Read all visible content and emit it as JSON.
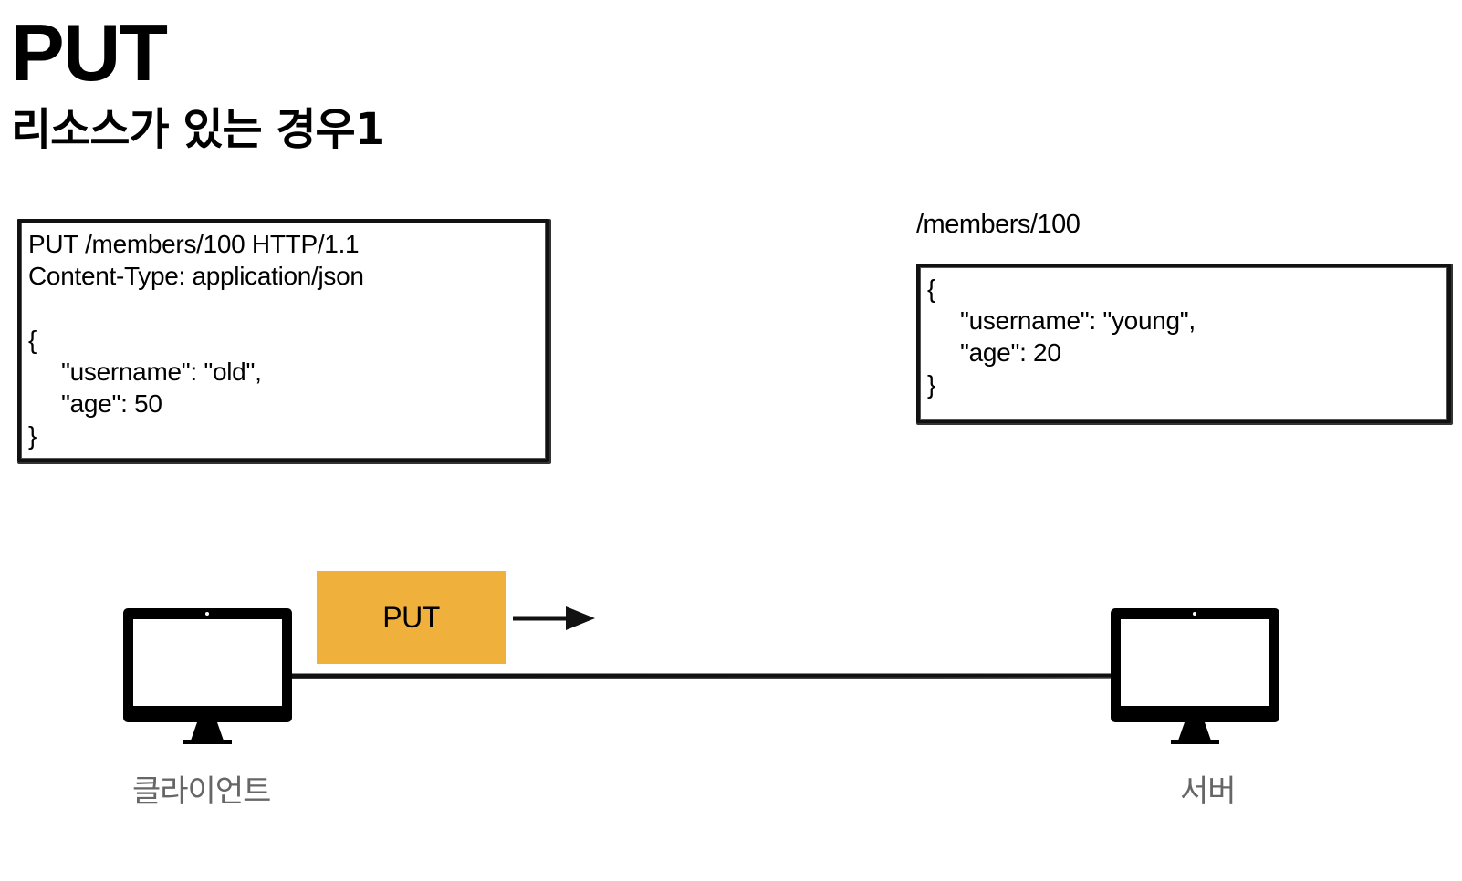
{
  "header": {
    "title": "PUT",
    "subtitle": "리소스가 있는 경우1"
  },
  "request_box": {
    "lines": [
      "PUT /members/100 HTTP/1.1",
      "Content-Type: application/json",
      "",
      "{",
      "\"username\": \"old\",",
      "\"age\": 50",
      "}"
    ]
  },
  "resource": {
    "path": "/members/100",
    "lines": [
      "{",
      "\"username\": \"young\",",
      "\"age\": 20",
      "}"
    ]
  },
  "method_badge": {
    "label": "PUT",
    "color": "#f0b03c"
  },
  "nodes": {
    "client_label": "클라이언트",
    "server_label": "서버"
  }
}
